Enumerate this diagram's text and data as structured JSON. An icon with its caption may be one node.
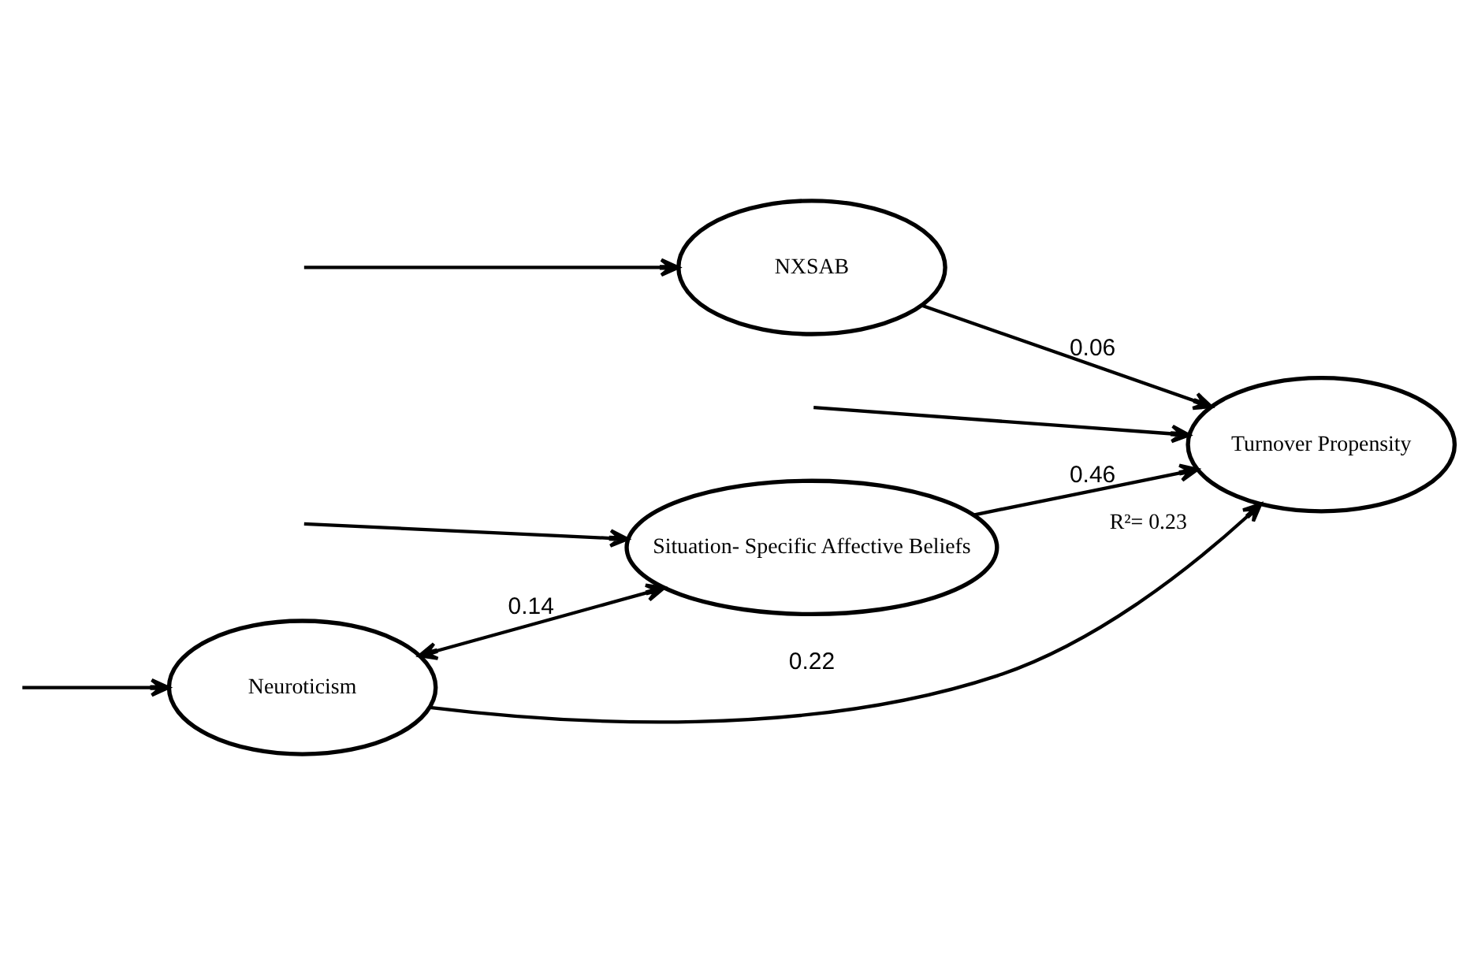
{
  "diagram": {
    "nodes": [
      {
        "text": [
          "Neuroticism"
        ]
      },
      {
        "text": [
          "Situation- Specific Affective Beliefs"
        ]
      },
      {
        "text": [
          "Turnover Propensity"
        ],
        "beside": [
          "R²= 0.23"
        ]
      },
      {
        "text": [
          "NXSAB"
        ]
      }
    ],
    "edges": [
      {
        "from": 0,
        "to": 2,
        "arrow": "to",
        "label": "0.22"
      },
      {
        "from": 1,
        "to": 2,
        "arrow": "to",
        "label": "0.46"
      },
      {
        "from": 3,
        "to": 2,
        "arrow": "to",
        "label": "0.06"
      },
      {
        "from": 0,
        "to": 1,
        "arrow": "both",
        "label": "0.14"
      },
      {
        "from": null,
        "to": 0,
        "arrow": "to"
      },
      {
        "from": null,
        "to": 1,
        "arrow": "to"
      },
      {
        "from": null,
        "to": 2,
        "arrow": "to"
      },
      {
        "from": null,
        "to": 3,
        "arrow": "to"
      }
    ]
  }
}
